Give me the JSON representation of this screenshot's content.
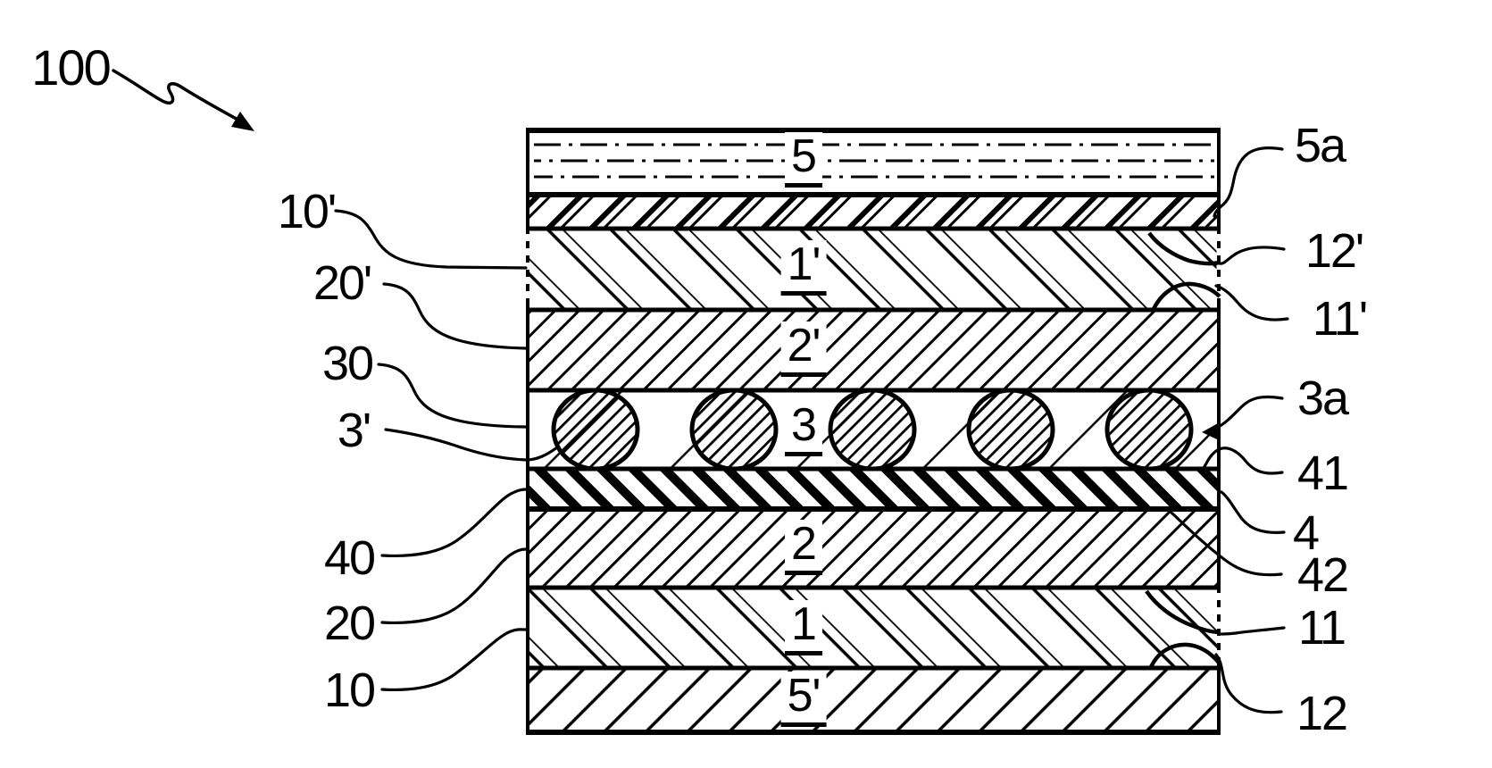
{
  "figure": {
    "reference_number": "100",
    "colors": {
      "ink": "#000000",
      "paper": "#ffffff"
    },
    "layer_labels": {
      "l5": "5",
      "l1p": "1'",
      "l2p": "2'",
      "l3": "3",
      "l2": "2",
      "l1": "1",
      "l5p": "5'"
    },
    "left_callouts": {
      "c10p": "10'",
      "c20p": "20'",
      "c30": "30",
      "c3p": "3'",
      "c40": "40",
      "c20": "20",
      "c10": "10"
    },
    "right_callouts": {
      "c5a": "5a",
      "c12p": "12'",
      "c11p": "11'",
      "c3a": "3a",
      "c41": "41",
      "c4": "4",
      "c42": "42",
      "c11": "11",
      "c12": "12"
    }
  }
}
